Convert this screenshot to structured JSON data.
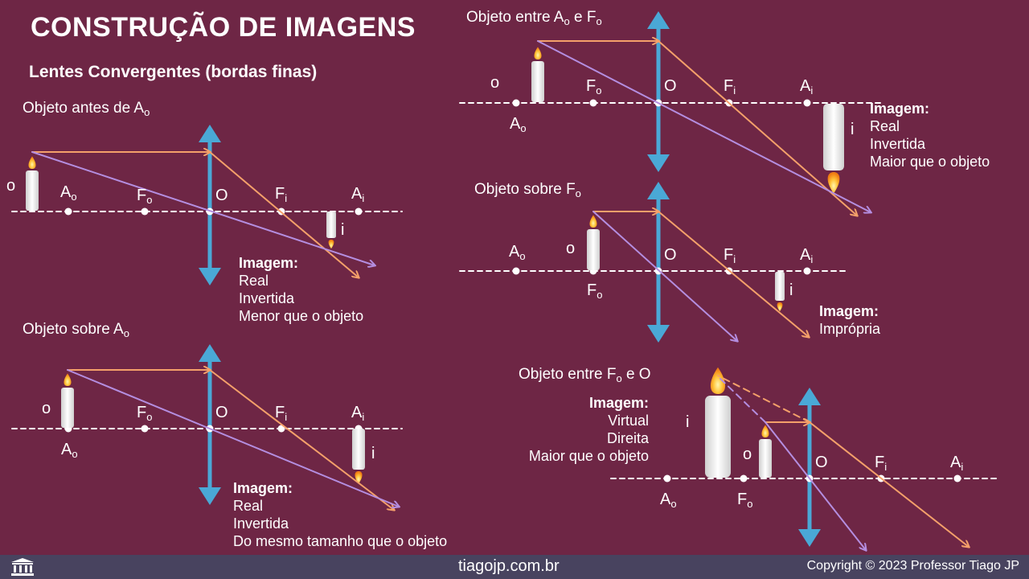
{
  "header": {
    "title": "CONSTRUÇÃO DE IMAGENS",
    "subtitle": "Lentes Convergentes (bordas finas)"
  },
  "points": {
    "A": "A",
    "F": "F",
    "O": "O",
    "obj_sub": "o",
    "img_sub": "i",
    "object_letter": "o",
    "image_letter": "i"
  },
  "cases": [
    {
      "title_prefix": "Objeto antes de A",
      "title_sub": "o",
      "image_heading": "Imagem:",
      "image_lines": [
        "Real",
        "Invertida",
        "Menor que o objeto"
      ]
    },
    {
      "title_prefix": "Objeto sobre A",
      "title_sub": "o",
      "image_heading": "Imagem:",
      "image_lines": [
        "Real",
        "Invertida",
        "Do mesmo tamanho que o objeto"
      ]
    },
    {
      "title_prefix": "Objeto entre A",
      "title_sub": "o",
      "title_mid": " e F",
      "title_sub2": "o",
      "image_heading": "Imagem:",
      "image_lines": [
        "Real",
        "Invertida",
        "Maior que o objeto"
      ]
    },
    {
      "title_prefix": "Objeto sobre F",
      "title_sub": "o",
      "image_heading": "Imagem:",
      "image_lines": [
        "Imprópria"
      ]
    },
    {
      "title_prefix": "Objeto entre F",
      "title_sub": "o",
      "title_mid": " e O",
      "image_heading": "Imagem:",
      "image_lines": [
        "Virtual",
        "Direita",
        "Maior que o objeto"
      ]
    }
  ],
  "footer": {
    "site": "tiagojp.com.br",
    "copyright": "Copyright © 2023 Professor Tiago JP",
    "logo_icon": "temple-columns-icon"
  },
  "colors": {
    "background": "#6e2645",
    "lens": "#4aa8d6",
    "ray_orange": "#f4a06a",
    "ray_purple": "#b48ee0",
    "axis": "#ffffff",
    "footer_bg": "#48435f"
  }
}
